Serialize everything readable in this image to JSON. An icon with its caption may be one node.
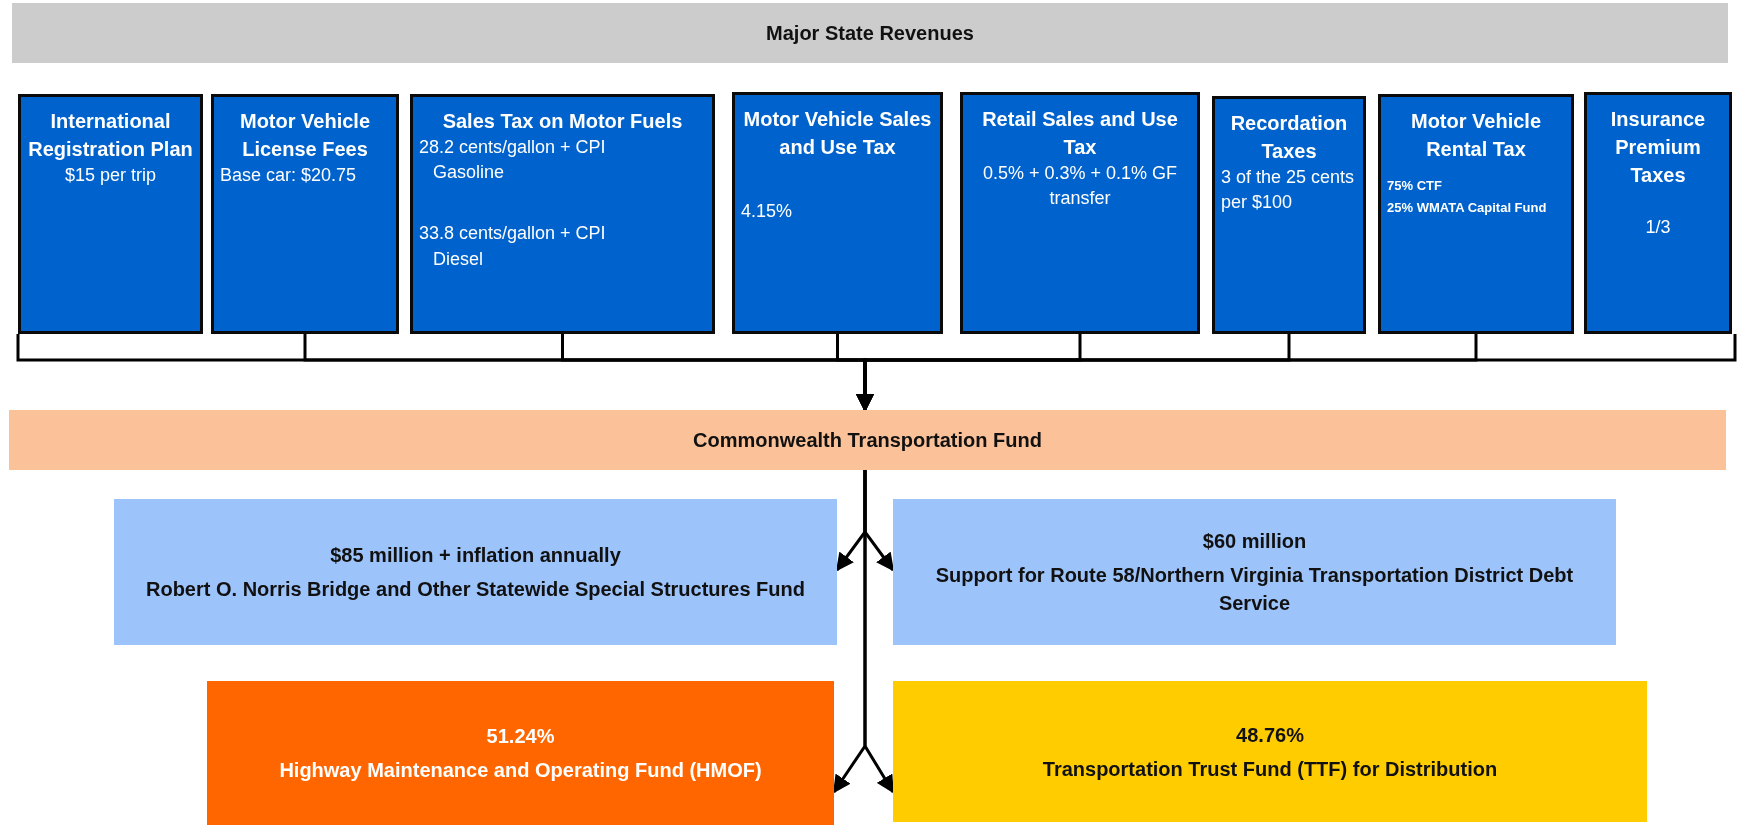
{
  "diagram": {
    "nodes": [
      {
        "text": [
          "Major State Revenues"
        ]
      },
      {
        "text": [
          "International Registration Plan",
          "$15 per trip"
        ]
      },
      {
        "text": [
          "Motor Vehicle License Fees",
          "Base car: $20.75"
        ]
      },
      {
        "text": [
          "Sales Tax on Motor Fuels",
          "28.2 cents/gallon + CPI",
          "Gasoline",
          "33.8 cents/gallon + CPI",
          "Diesel"
        ]
      },
      {
        "text": [
          "Motor Vehicle Sales and Use Tax",
          "4.15%"
        ]
      },
      {
        "text": [
          "Retail Sales and Use Tax",
          "0.5% + 0.3% + 0.1% GF transfer"
        ]
      },
      {
        "text": [
          "Recordation Taxes",
          "3 of the 25 cents per $100"
        ]
      },
      {
        "text": [
          "Motor Vehicle Rental Tax",
          "75% CTF",
          "25% WMATA Capital Fund"
        ]
      },
      {
        "text": [
          "Insurance Premium Taxes",
          "1/3"
        ]
      },
      {
        "text": [
          "Commonwealth Transportation Fund"
        ]
      },
      {
        "text": [
          "$85 million + inflation annually",
          "Robert O. Norris Bridge and Other Statewide Special Structures Fund"
        ]
      },
      {
        "text": [
          "$60 million",
          "Support for Route 58/Northern Virginia Transportation District Debt Service"
        ]
      },
      {
        "text": [
          "51.24%",
          "Highway Maintenance and Operating Fund (HMOF)"
        ]
      },
      {
        "text": [
          "48.76%",
          "Transportation Trust Fund (TTF) for Distribution"
        ]
      }
    ],
    "edges": [
      {
        "from": 1,
        "to": 9,
        "arrow": "to"
      },
      {
        "from": 2,
        "to": 9,
        "arrow": "to"
      },
      {
        "from": 3,
        "to": 9,
        "arrow": "to"
      },
      {
        "from": 4,
        "to": 9,
        "arrow": "to"
      },
      {
        "from": 5,
        "to": 9,
        "arrow": "to"
      },
      {
        "from": 6,
        "to": 9,
        "arrow": "to"
      },
      {
        "from": 7,
        "to": 9,
        "arrow": "to"
      },
      {
        "from": 8,
        "to": 9,
        "arrow": "to"
      },
      {
        "from": 9,
        "to": 10,
        "arrow": "to"
      },
      {
        "from": 9,
        "to": 11,
        "arrow": "to"
      },
      {
        "from": 9,
        "to": 12,
        "arrow": "to"
      },
      {
        "from": 9,
        "to": 13,
        "arrow": "to"
      }
    ]
  }
}
